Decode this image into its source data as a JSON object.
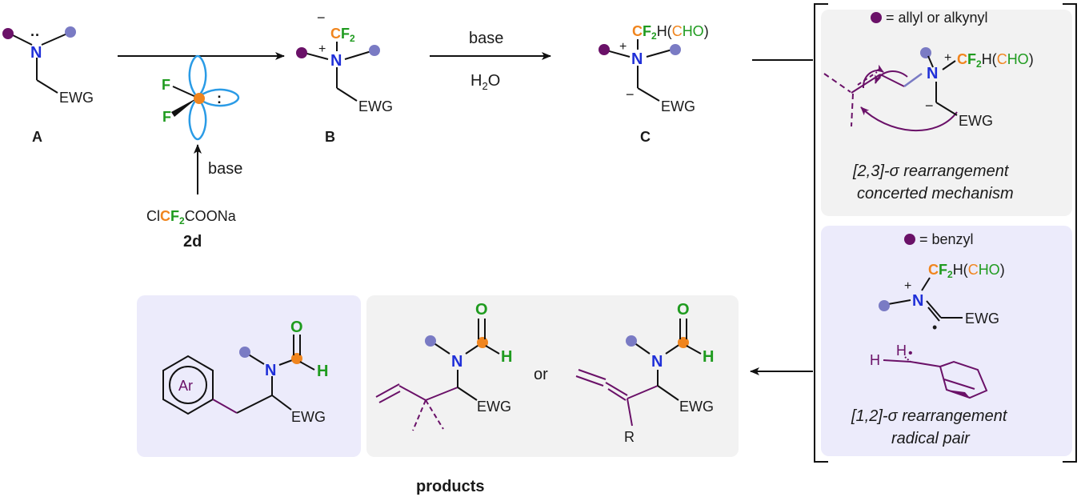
{
  "colors": {
    "purple": "#6a1168",
    "lavender": "#7a7bc4",
    "nitrogen": "#1f2fd8",
    "orange": "#f0851e",
    "green": "#1f9b1f",
    "blue_orbital": "#2a9be6",
    "panel_gray": "#f2f2f2",
    "panel_lavender": "#ecebfb"
  },
  "labels": {
    "A": "A",
    "B": "B",
    "C": "C",
    "reagent_id": "2d",
    "products": "products",
    "or": "or",
    "base1": "base",
    "base2": "base",
    "water_H": "H",
    "water_2": "2",
    "water_O": "O"
  },
  "atoms": {
    "N": "N",
    "EWG": "EWG",
    "H": "H",
    "O": "O",
    "F": "F",
    "R": "R",
    "Ar": "Ar",
    "plus": "+",
    "minus": "−",
    "lone_pair": "··",
    "dot": "•"
  },
  "groups": {
    "CF2_C": "C",
    "CF2_F": "F",
    "CF2_sub": "2",
    "H_paren": "H(",
    "CHO_C": "C",
    "CHO_HO": "HO",
    "close_paren": ")",
    "reagent_Cl": "Cl",
    "reagent_COONa": "COONa"
  },
  "legend": {
    "allyl": "= allyl or alkynyl",
    "benzyl": "= benzyl"
  },
  "mechanism": {
    "sigmatropic_23_line1": "[2,3]-σ rearrangement",
    "sigmatropic_23_line2": "concerted mechanism",
    "sigmatropic_12_line1": "[1,2]-σ rearrangement",
    "sigmatropic_12_line2": "radical pair"
  }
}
